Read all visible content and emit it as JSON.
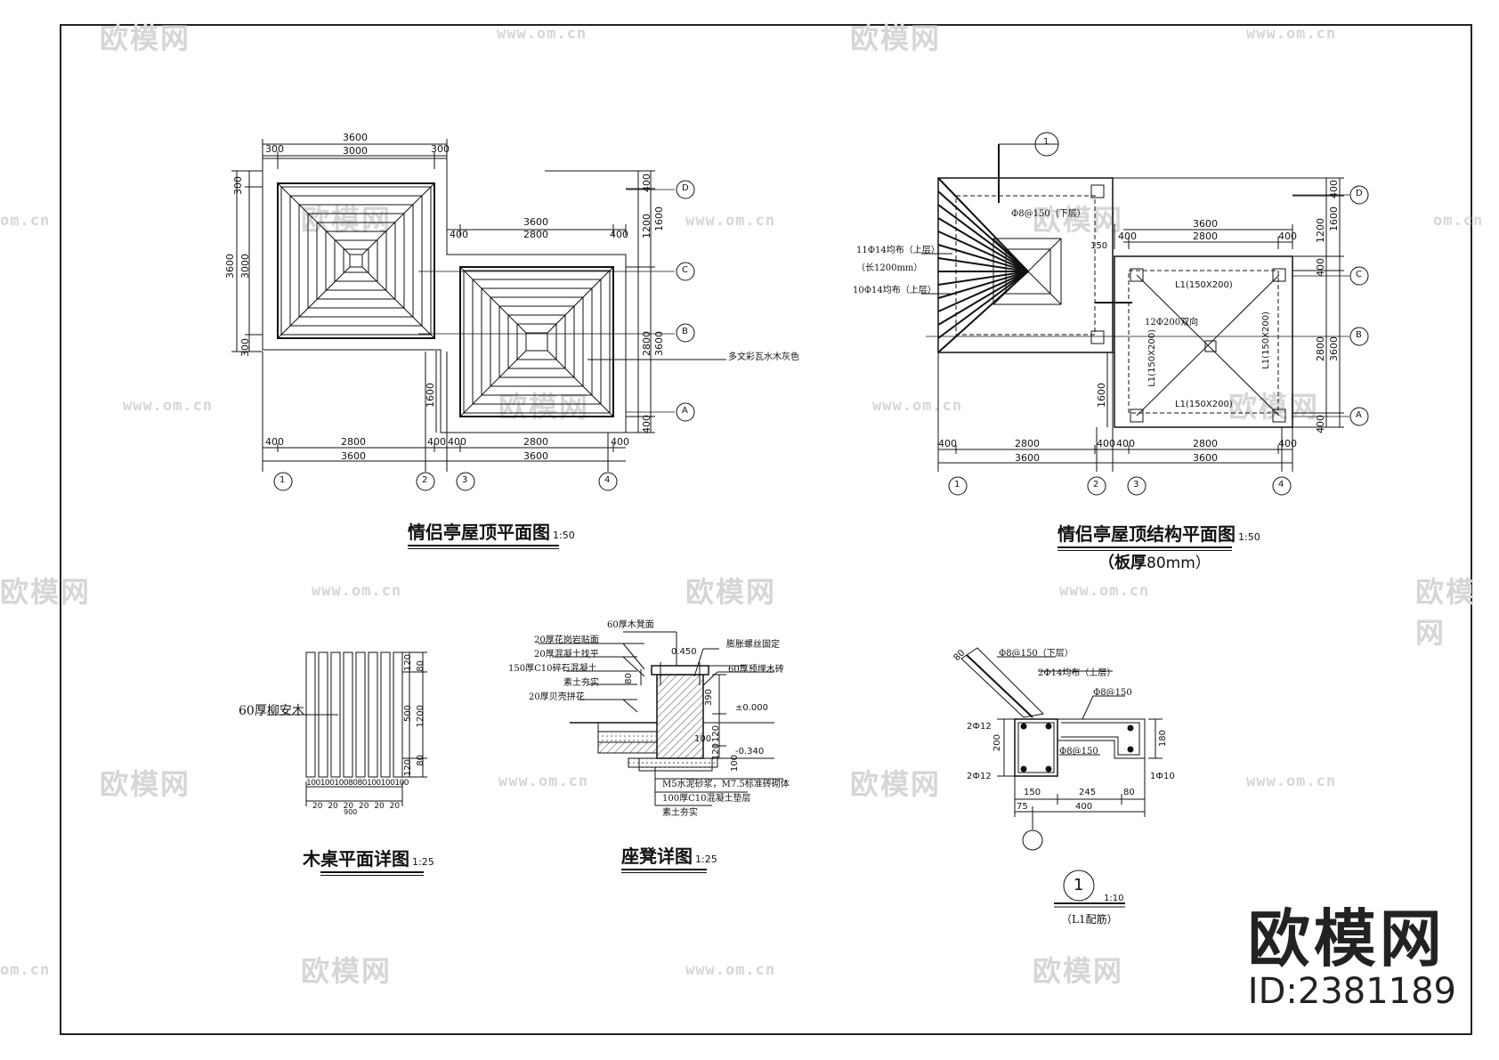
{
  "watermark": {
    "site_cn": "欧模网",
    "url": "www.om.cn",
    "url_partial_left": "om.cn"
  },
  "brand": {
    "name": "欧模网",
    "id": "ID:2381189"
  },
  "roof_plan": {
    "title": "情侣亭屋顶平面图",
    "scale": "1:50",
    "material_note": "多文彩瓦水木灰色",
    "top_dims": [
      "3600",
      "300",
      "3000",
      "300"
    ],
    "left_dims": [
      "300",
      "3600",
      "3000",
      "300"
    ],
    "mid_dims": [
      "3600",
      "400",
      "2800",
      "400"
    ],
    "right_dims": [
      "400",
      "1200",
      "1600",
      "3600",
      "2800",
      "400"
    ],
    "inner_left_dim": "1600",
    "bottom_dims_1": [
      "400",
      "2800",
      "400",
      "400",
      "2800",
      "400"
    ],
    "bottom_dims_2": [
      "3600",
      "3600"
    ],
    "axis_numbers": [
      "1",
      "2",
      "3",
      "4"
    ],
    "axis_letters": [
      "D",
      "C",
      "B",
      "A"
    ]
  },
  "structure_plan": {
    "title": "情侣亭屋顶结构平面图",
    "scale": "1:50",
    "subtitle_prefix": "（板厚",
    "subtitle_value": "80mm）",
    "section_marker": "1",
    "rebar_top": "11Ф14均布（上层）",
    "rebar_top_len": "（长1200mm）",
    "rebar_bottom": "10Ф14均布（上层）",
    "rebar_lower": "Ф8@150（下层）",
    "dim_150": "150",
    "slab_rebar": "12Ф200双向",
    "beam_top": "L1(150X200)",
    "beam_bottom": "L1(150X200)",
    "beam_left": "L1(150X200)",
    "beam_right": "L1(150X200)",
    "right_dims": [
      "400",
      "1200",
      "1600",
      "400",
      "2800",
      "3600",
      "400"
    ],
    "left_dim": "1600",
    "mid_dims": [
      "3600",
      "400",
      "2800",
      "400"
    ],
    "bottom_dims_1": [
      "400",
      "2800",
      "400",
      "400",
      "2800",
      "400"
    ],
    "bottom_dims_2": [
      "3600",
      "3600"
    ],
    "axis_numbers": [
      "1",
      "2",
      "3",
      "4"
    ],
    "axis_letters": [
      "D",
      "C",
      "B",
      "A"
    ]
  },
  "table_detail": {
    "title": "木桌平面详图",
    "scale": "1:25",
    "label": "60厚柳安木",
    "right_dims": [
      "120",
      "80",
      "500",
      "1200",
      "120",
      "80"
    ],
    "bottom_dims": [
      "100",
      "100",
      "100",
      "80",
      "80",
      "100",
      "100",
      "100"
    ],
    "bottom_dims_2": [
      "20",
      "20",
      "20",
      "20",
      "20",
      "20"
    ],
    "bottom_total": "900"
  },
  "bench_detail": {
    "title": "座凳详图",
    "scale": "1:25",
    "labels_left": [
      "20厚花岗岩贴面",
      "20厚混凝土找平",
      "150厚C10碎石混凝土",
      "素土夯实",
      "20厚贝壳拼花"
    ],
    "label_top": "60厚木凳面",
    "label_bolt": "膨胀螺丝固定",
    "label_wood": "60厚预埋木砖",
    "elev_top": "0.450",
    "elev_zero": "±0.000",
    "elev_bottom": "-0.340",
    "dims": [
      "390",
      "80",
      "100",
      "120",
      "120",
      "100"
    ],
    "labels_bottom": [
      "M5水泥砂浆，M7.5标准砖砌体",
      "100厚C10混凝土垫层",
      "素土夯实"
    ]
  },
  "beam_detail": {
    "marker": "1",
    "scale": "1:10",
    "caption": "（L1配筋）",
    "labels": [
      "Ф8@150（下层）",
      "2Ф14均布（上层）",
      "Ф8@150",
      "Ф8@150"
    ],
    "left_dims": [
      "80",
      "2Ф12",
      "200",
      "2Ф12"
    ],
    "right_dims": [
      "180",
      "1Ф10"
    ],
    "bottom_dims_1": [
      "150",
      "245",
      "80"
    ],
    "bottom_dims_2": [
      "75",
      "400"
    ]
  }
}
